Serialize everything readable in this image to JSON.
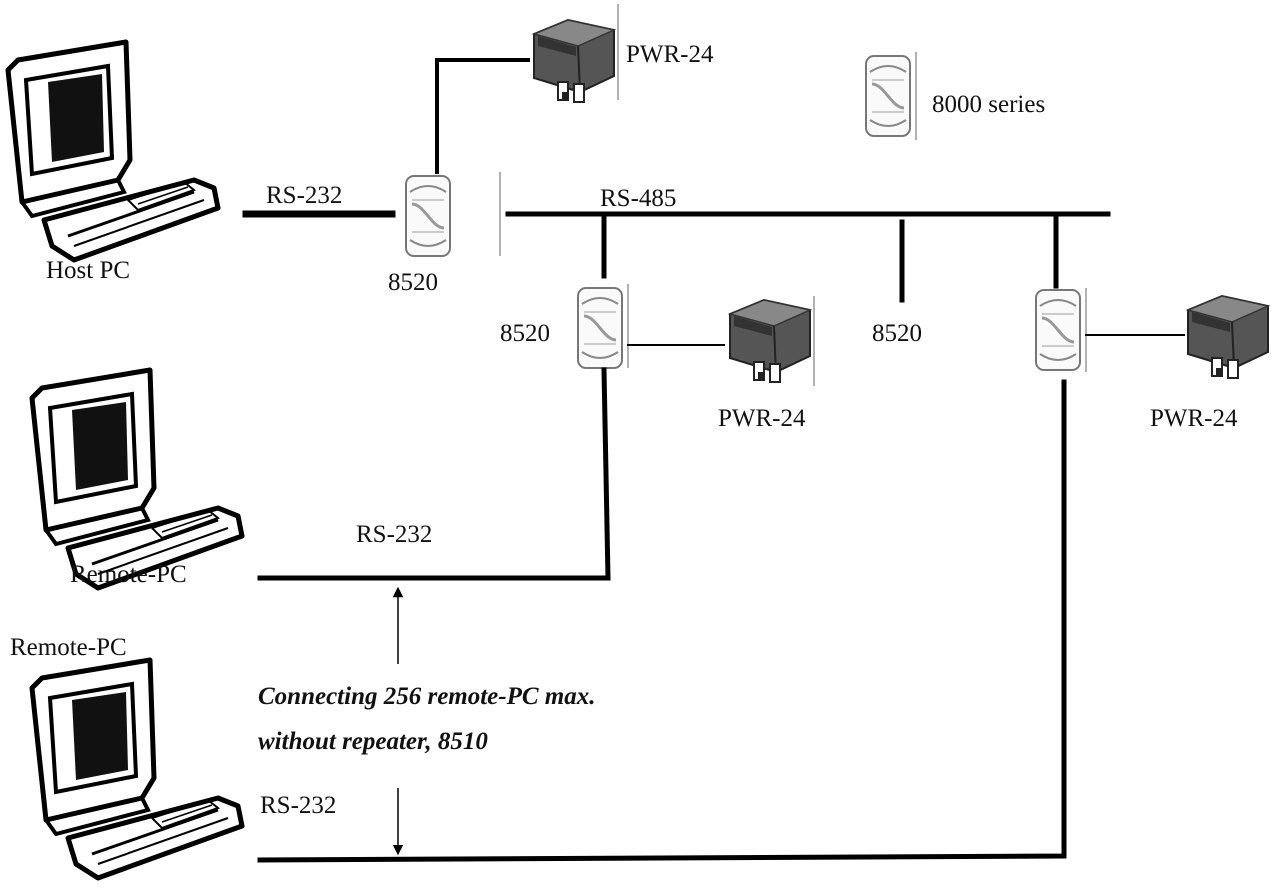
{
  "labels": {
    "pwr_top": "PWR-24",
    "series_legend": "8000 series",
    "rs232_host": "RS-232",
    "rs485": "RS-485",
    "host_pc": "Host PC",
    "conv_main": "8520",
    "conv_left": "8520",
    "conv_mid": "8520",
    "pwr_mid": "PWR-24",
    "pwr_right": "PWR-24",
    "rs232_remote1": "RS-232",
    "remote_pc_1": "Remote-PC",
    "remote_pc_2": "Remote-PC",
    "note_line1": "Connecting 256 remote-PC max.",
    "note_line2": "without repeater, 8510",
    "rs232_remote2": "RS-232"
  }
}
